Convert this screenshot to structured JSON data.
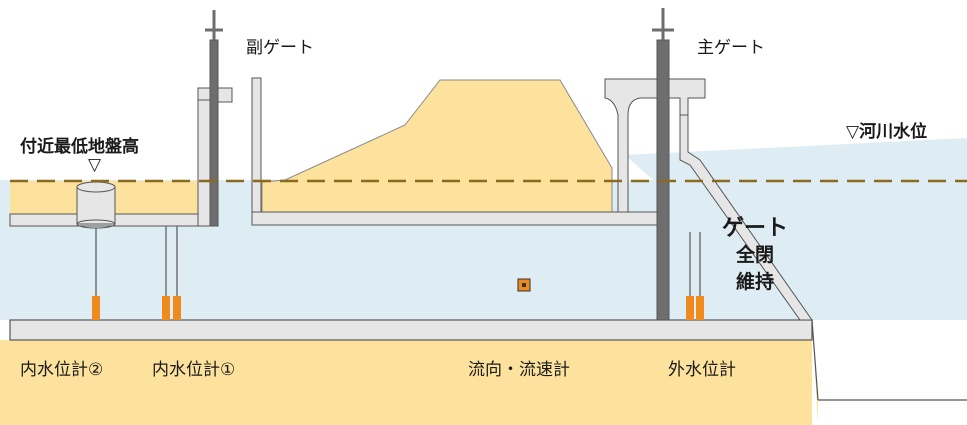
{
  "colors": {
    "water": "#deedf3",
    "ground": "#fde29e",
    "concrete": "#e6e6e6",
    "outline": "#555555",
    "gate_pole": "#6e6e6e",
    "sensor": "#ef8a1f",
    "level_line": "#8a6a1e"
  },
  "labels": {
    "sub_gate": "副ゲート",
    "main_gate": "主ゲート",
    "river_level": "▽河川水位",
    "lowest_ground": "付近最低地盤高",
    "ground_marker": "▽",
    "gate_status_line1": "ゲート",
    "gate_status_line2": "全閉",
    "gate_status_line3": "維持",
    "inner_gauge_2": "内水位計②",
    "inner_gauge_1": "内水位計①",
    "flow_meter": "流向・流速計",
    "outer_gauge": "外水位計"
  }
}
